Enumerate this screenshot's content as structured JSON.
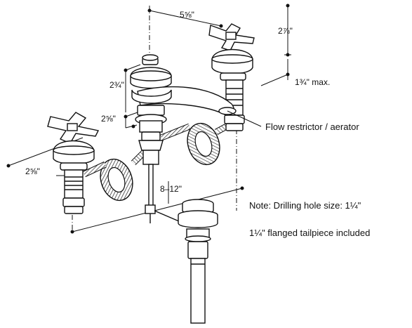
{
  "dimensions": {
    "spout_to_handle": "5⅝\"",
    "handle_height": "2⅞\"",
    "spout_height": "2¾\"",
    "spout_base_height": "2⅝\"",
    "left_handle_height": "2⅝\"",
    "deck_thickness": "1¾\" max.",
    "spread": "8–12\""
  },
  "labels": {
    "flow_restrictor": "Flow restrictor / aerator"
  },
  "notes": {
    "drilling": "Note: Drilling hole size: 1¼\"",
    "tailpiece": "1¼\" flanged tailpiece included"
  }
}
